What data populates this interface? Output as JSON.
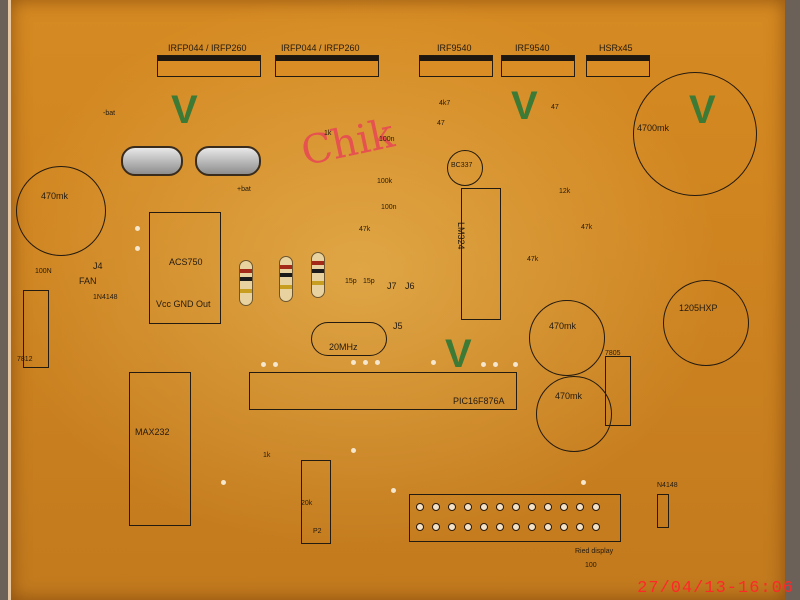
{
  "labels": {
    "q1": "IRFP044 / IRFP260",
    "q2": "IRFP044 / IRFP260",
    "q3": "IRF9540",
    "q4": "IRF9540",
    "q5": "HSRx45",
    "bat_neg": "-bat",
    "bat_pos": "+bat",
    "c470": "470mk",
    "cap4700": "4700mk",
    "ic_acs": "ACS750",
    "ic_acs_pins": "Vcc GND Out",
    "ic_lm": "LM324",
    "ic_pic": "PIC16F876A",
    "ic_max": "MAX232",
    "crystal": "20MHz",
    "tr": "BC337",
    "fan": "FAN",
    "j4": "J4",
    "j5": "J5",
    "j6": "J6",
    "j7": "J7",
    "r47k": "47k",
    "r4k7": "4k7",
    "r47": "47",
    "r100k": "100k",
    "r1k": "1k",
    "r12k": "12k",
    "c100n": "100n",
    "c100N": "100N",
    "c15p": "15p",
    "c470b": "470mk",
    "c470c": "470mk",
    "reg7812": "7812",
    "reg7805": "7805",
    "buzzer": "1205HXP",
    "diode1": "1N4148",
    "diode2": "N4148",
    "pot": "20k",
    "p2": "P2",
    "led_display": "Ried display",
    "r100": "100",
    "handwriting": "Chik",
    "via_mark": "V"
  },
  "timestamp": "27/04/13-16:06"
}
